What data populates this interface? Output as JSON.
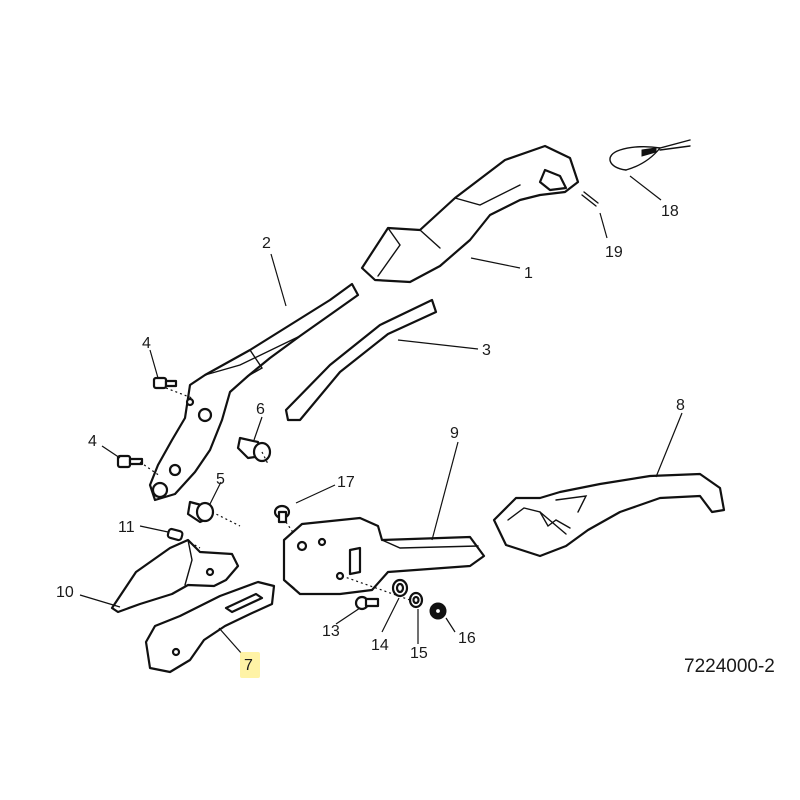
{
  "drawing_number": "7224000-2",
  "highlight_color": "#fff3a6",
  "line_color": "#111111",
  "callouts": {
    "p1": "1",
    "p2": "2",
    "p3": "3",
    "p4a": "4",
    "p4b": "4",
    "p5": "5",
    "p6": "6",
    "p7": "7",
    "p8": "8",
    "p9": "9",
    "p10": "10",
    "p11": "11",
    "p13": "13",
    "p14": "14",
    "p15": "15",
    "p16": "16",
    "p17": "17",
    "p18": "18",
    "p19": "19"
  }
}
